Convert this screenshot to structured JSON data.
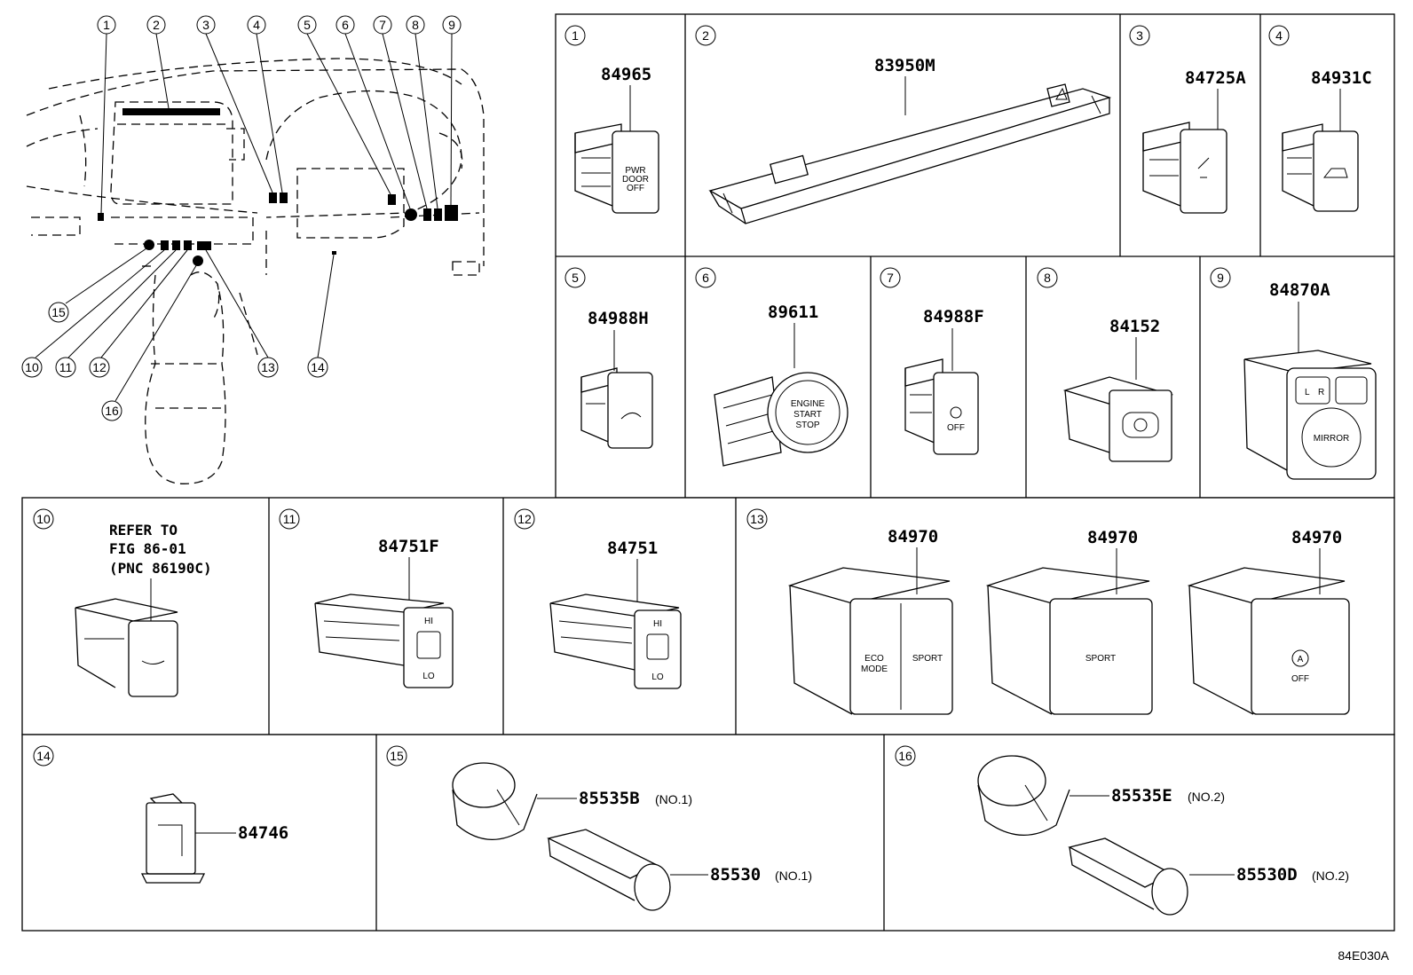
{
  "diagram_code": "84E030A",
  "overview_callouts": [
    "1",
    "2",
    "3",
    "4",
    "5",
    "6",
    "7",
    "8",
    "9",
    "15",
    "10",
    "11",
    "12",
    "13",
    "14",
    "16"
  ],
  "cells": [
    {
      "num": "1",
      "part": "84965",
      "switch_text": [
        "PWR",
        "DOOR",
        "OFF"
      ]
    },
    {
      "num": "2",
      "part": "83950M"
    },
    {
      "num": "3",
      "part": "84725A"
    },
    {
      "num": "4",
      "part": "84931C"
    },
    {
      "num": "5",
      "part": "84988H"
    },
    {
      "num": "6",
      "part": "89611",
      "switch_text": [
        "ENGINE",
        "START",
        "STOP"
      ]
    },
    {
      "num": "7",
      "part": "84988F",
      "switch_text": [
        "OFF"
      ]
    },
    {
      "num": "8",
      "part": "84152"
    },
    {
      "num": "9",
      "part": "84870A",
      "switch_text": [
        "MIRROR",
        "L",
        "R"
      ]
    },
    {
      "num": "10",
      "note": [
        "REFER TO",
        "FIG 86-01",
        "(PNC 86190C)"
      ]
    },
    {
      "num": "11",
      "part": "84751F",
      "switch_text": [
        "HI",
        "LO"
      ]
    },
    {
      "num": "12",
      "part": "84751",
      "switch_text": [
        "HI",
        "LO"
      ]
    },
    {
      "num": "13",
      "parts": [
        "84970",
        "84970",
        "84970"
      ],
      "switch_text": [
        "ECO",
        "MODE",
        "SPORT",
        "SPORT",
        "A",
        "OFF"
      ]
    },
    {
      "num": "14",
      "part": "84746"
    },
    {
      "num": "15",
      "parts": [
        {
          "part": "85535B",
          "note": "(NO.1)"
        },
        {
          "part": "85530",
          "note": "(NO.1)"
        }
      ]
    },
    {
      "num": "16",
      "parts": [
        {
          "part": "85535E",
          "note": "(NO.2)"
        },
        {
          "part": "85530D",
          "note": "(NO.2)"
        }
      ]
    }
  ]
}
